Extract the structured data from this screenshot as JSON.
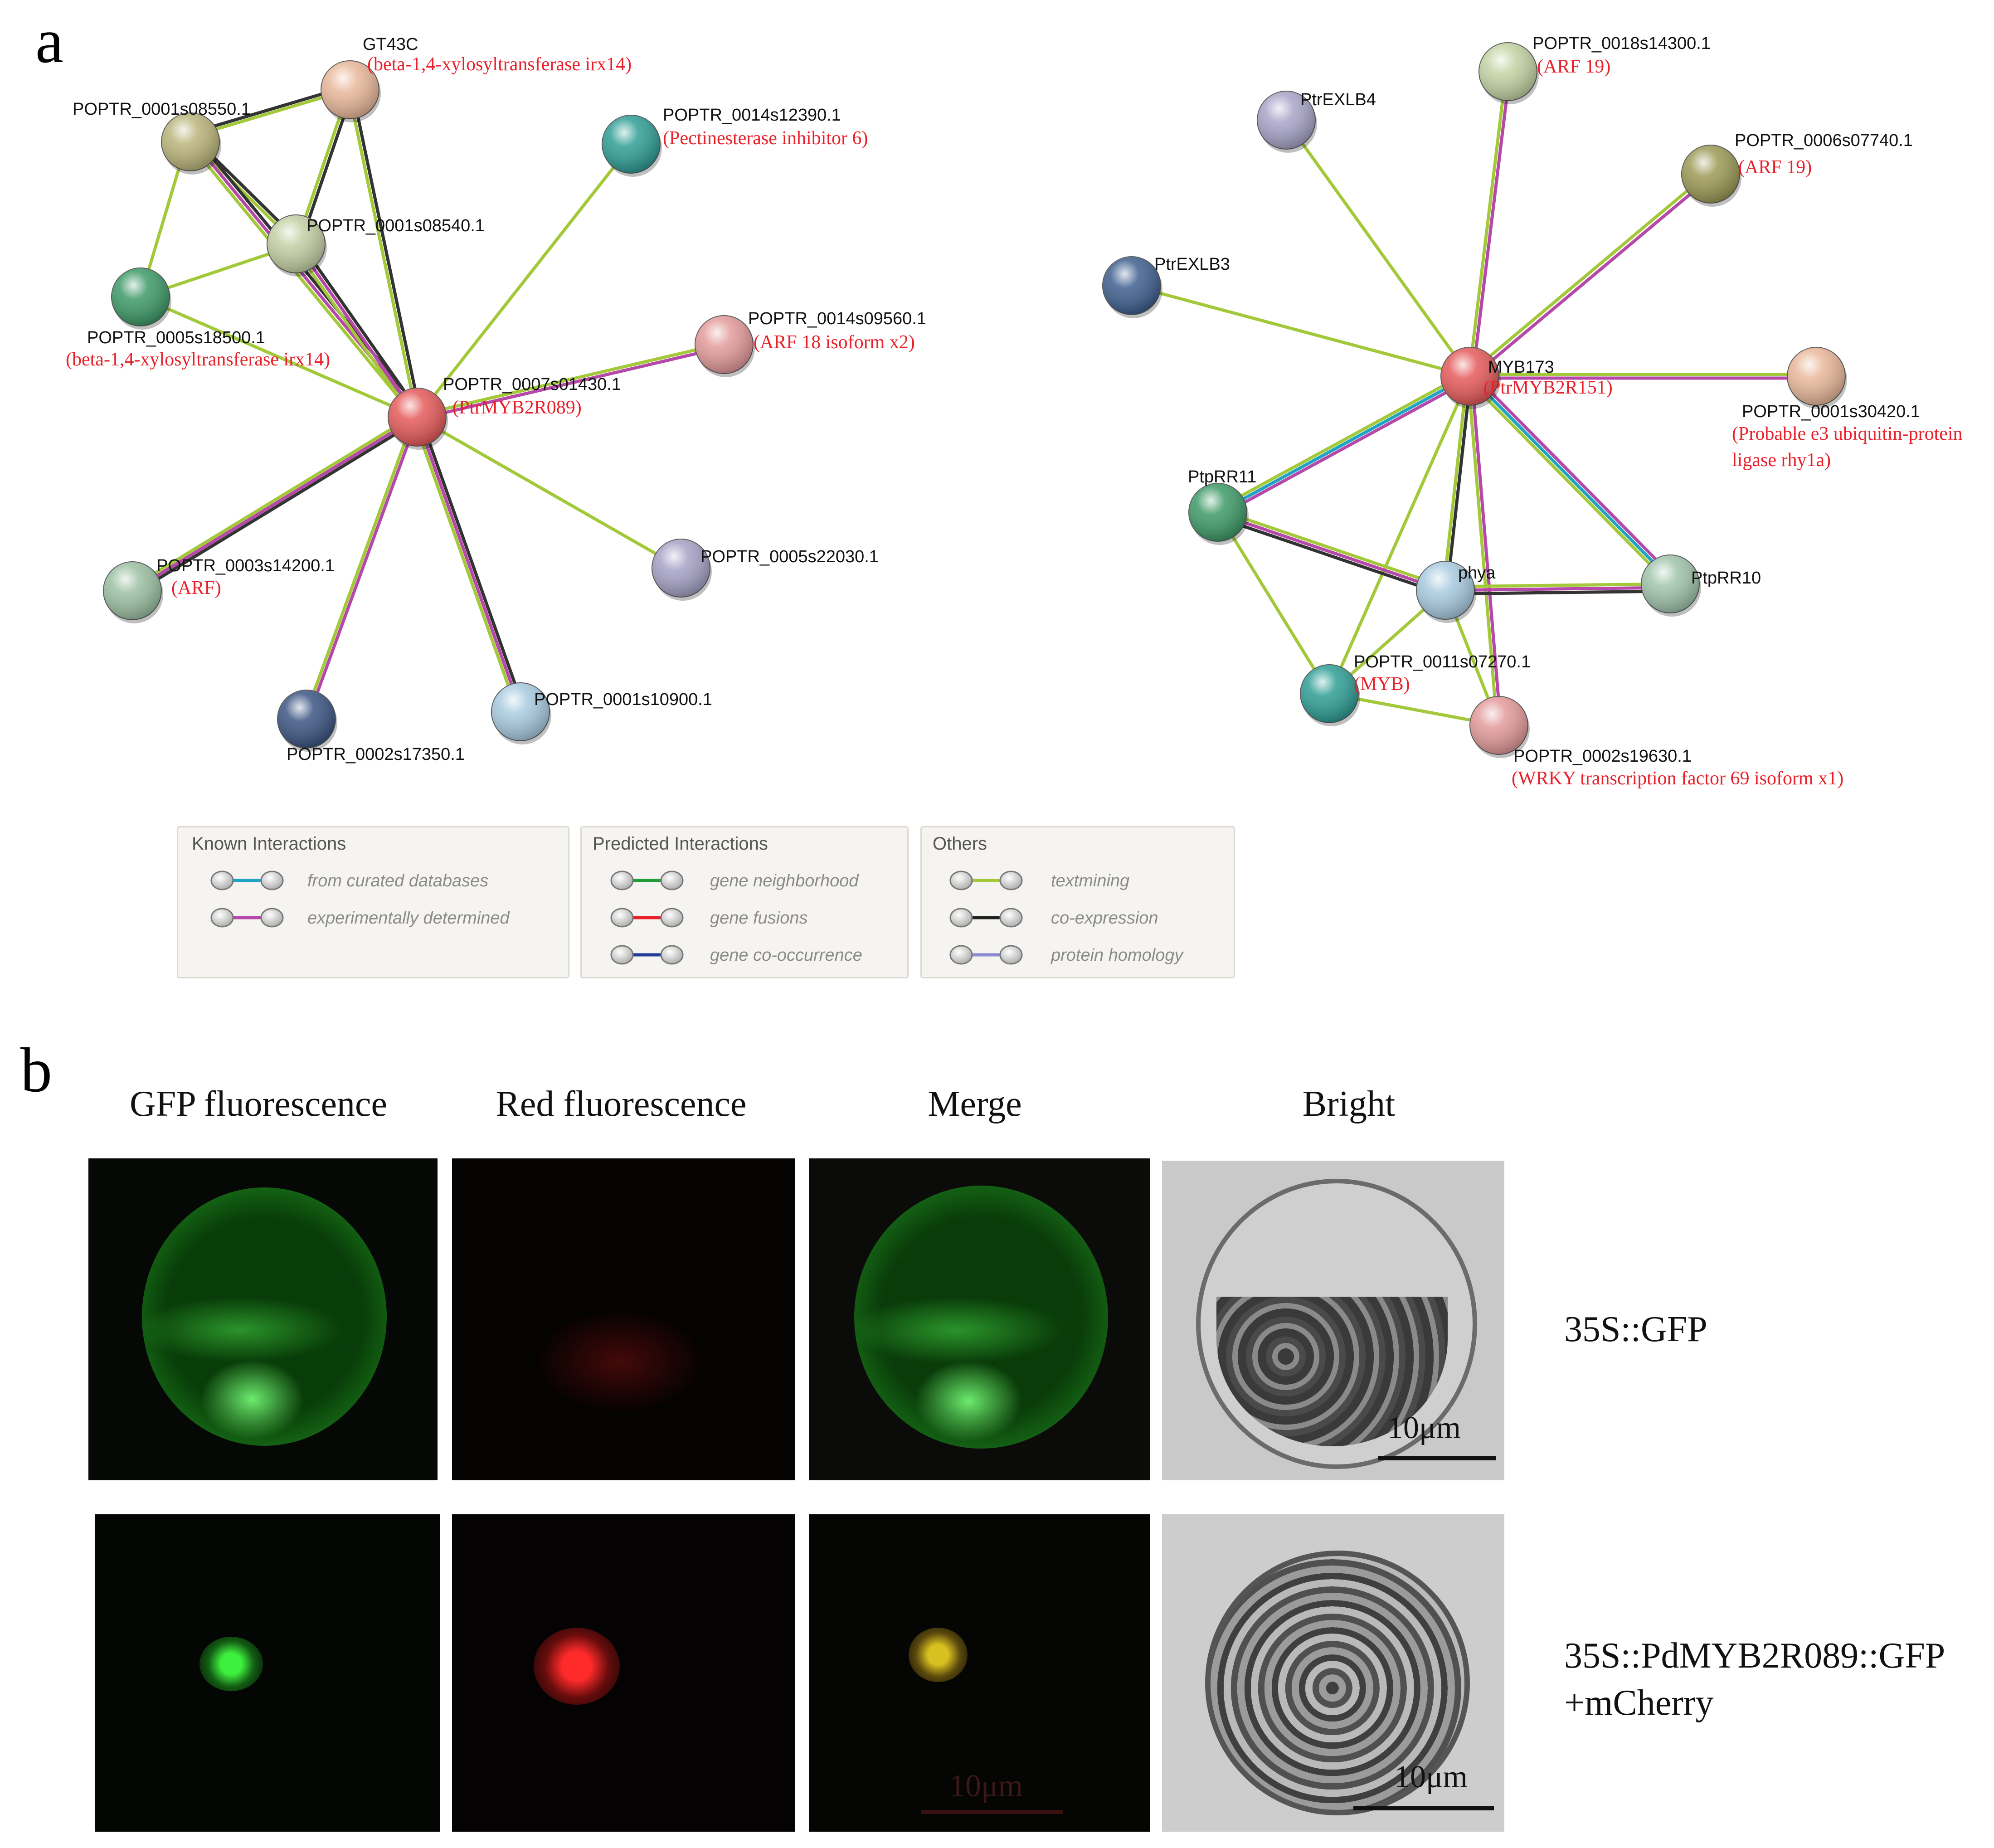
{
  "panel_a": {
    "letter": "a",
    "left_network": {
      "nodes": [
        {
          "id": "GT43C",
          "name": "GT43C",
          "desc": "(beta-1,4-xylosyltransferase irx14)",
          "color": "#e9b89a"
        },
        {
          "id": "s08550",
          "name": "POPTR_0001s08550.1",
          "desc": "",
          "color": "#b9b47a"
        },
        {
          "id": "s12390",
          "name": "POPTR_0014s12390.1",
          "desc": "(Pectinesterase inhibitor 6)",
          "color": "#2f9e95"
        },
        {
          "id": "s08540",
          "name": "POPTR_0001s08540.1",
          "desc": "",
          "color": "#c3cfa4"
        },
        {
          "id": "s18500",
          "name": "POPTR_0005s18500.1",
          "desc": "(beta-1,4-xylosyltransferase irx14)",
          "color": "#3e9a68"
        },
        {
          "id": "s09560",
          "name": "POPTR_0014s09560.1",
          "desc": "(ARF 18 isoform x2)",
          "color": "#e39a9a"
        },
        {
          "id": "s01430",
          "name": "POPTR_0007s01430.1",
          "desc": "(PtrMYB2R089)",
          "color": "#e55a5a"
        },
        {
          "id": "s14200",
          "name": "POPTR_0003s14200.1",
          "desc": "(ARF)",
          "color": "#9cc0a2"
        },
        {
          "id": "s22030",
          "name": "POPTR_0005s22030.1",
          "desc": "",
          "color": "#a6a2c6"
        },
        {
          "id": "s17350",
          "name": "POPTR_0002s17350.1",
          "desc": "",
          "color": "#3c5582"
        },
        {
          "id": "s10900",
          "name": "POPTR_0001s10900.1",
          "desc": "",
          "color": "#a8cbe0"
        }
      ]
    },
    "right_network": {
      "nodes": [
        {
          "id": "s14300",
          "name": "POPTR_0018s14300.1",
          "desc": "(ARF 19)",
          "color": "#c3d3a4"
        },
        {
          "id": "EXLB4",
          "name": "PtrEXLB4",
          "desc": "",
          "color": "#a8a4c8"
        },
        {
          "id": "s07740",
          "name": "POPTR_0006s07740.1",
          "desc": "(ARF 19)",
          "color": "#9c9a56"
        },
        {
          "id": "EXLB3",
          "name": "PtrEXLB3",
          "desc": "",
          "color": "#3f5f8f"
        },
        {
          "id": "MYB173",
          "name": "MYB173",
          "desc": "(PtrMYB2R151)",
          "color": "#e55a5a"
        },
        {
          "id": "s30420",
          "name": "POPTR_0001s30420.1",
          "desc_lines": [
            "(Probable e3 ubiquitin-protein",
            "ligase rhy1a)"
          ],
          "color": "#e9b89a"
        },
        {
          "id": "RR11",
          "name": "PtpRR11",
          "desc": "",
          "color": "#3e9a68"
        },
        {
          "id": "phya",
          "name": "phya",
          "desc": "",
          "color": "#a8cbe0"
        },
        {
          "id": "RR10",
          "name": "PtpRR10",
          "desc": "",
          "color": "#a0c4ac"
        },
        {
          "id": "s07270",
          "name": "POPTR_0011s07270.1",
          "desc": "(MYB)",
          "color": "#2f9e95"
        },
        {
          "id": "s19630",
          "name": "POPTR_0002s19630.1",
          "desc": "(WRKY transcription factor 69 isoform x1)",
          "color": "#e39a9a"
        }
      ]
    },
    "legend": {
      "known": {
        "title": "Known Interactions",
        "items": [
          {
            "label": "from curated databases",
            "color": "#1fa3c4"
          },
          {
            "label": "experimentally determined",
            "color": "#b548a9"
          }
        ]
      },
      "predicted": {
        "title": "Predicted Interactions",
        "items": [
          {
            "label": "gene neighborhood",
            "color": "#1e9c3a"
          },
          {
            "label": "gene fusions",
            "color": "#e8202a"
          },
          {
            "label": "gene co-occurrence",
            "color": "#1e3c98"
          }
        ]
      },
      "others": {
        "title": "Others",
        "items": [
          {
            "label": "textmining",
            "color": "#a3c93a"
          },
          {
            "label": "co-expression",
            "color": "#222222"
          },
          {
            "label": "protein homology",
            "color": "#8a8ad0"
          }
        ]
      }
    }
  },
  "panel_b": {
    "letter": "b",
    "columns": [
      "GFP fluorescence",
      "Red fluorescence",
      "Merge",
      "Bright"
    ],
    "rows": [
      {
        "label_lines": [
          "35S::GFP"
        ],
        "scale_bar": "10μm"
      },
      {
        "label_lines": [
          "35S::PdMYB2R089::GFP",
          "+mCherry"
        ],
        "scale_bar": "10μm",
        "merge_scale_bar": "10μm"
      }
    ]
  }
}
